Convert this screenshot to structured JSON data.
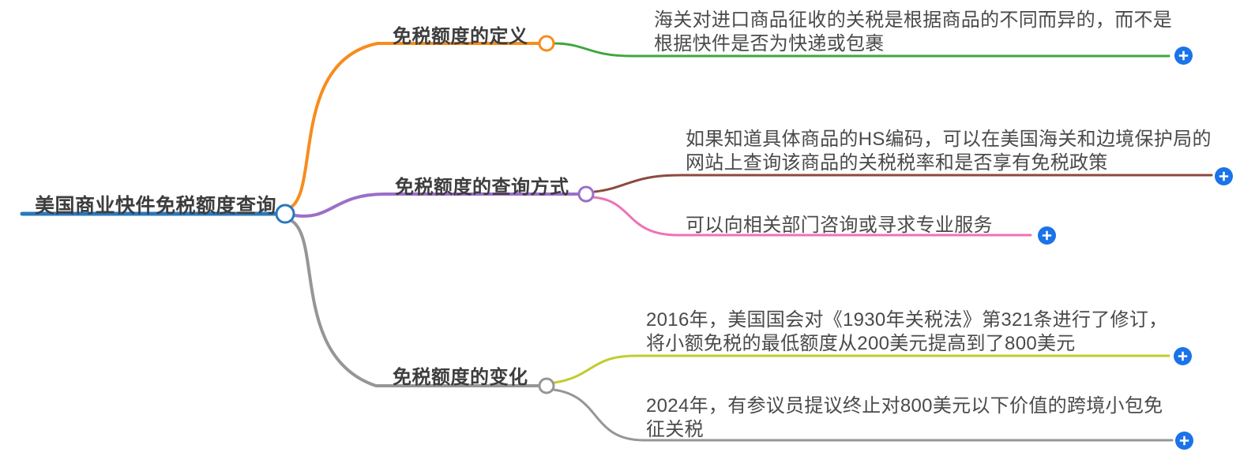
{
  "colors": {
    "add_button": "#1A73E8",
    "plus_glyph": "#FFFFFF",
    "label_text": "#3D3D3D",
    "leaf_text": "#4A4A4A"
  },
  "root": {
    "label": "美国商业快件免税额度查询",
    "color": "#2878BE"
  },
  "branches": [
    {
      "label": "免税额度的定义",
      "color": "#F78C1E",
      "children": [
        {
          "text": "海关对进口商品征收的关税是根据商品的不同而异的，而不是根据快件是否为快递或包裹",
          "color": "#3DA73D"
        }
      ]
    },
    {
      "label": "免税额度的查询方式",
      "color": "#9B6FC8",
      "children": [
        {
          "text": "如果知道具体商品的HS编码，可以在美国海关和边境保护局的网站上查询该商品的关税税率和是否享有免税政策",
          "color": "#8D4A3E"
        },
        {
          "text": "可以向相关部门咨询或寻求专业服务",
          "color": "#EE72B6"
        }
      ]
    },
    {
      "label": "免税额度的变化",
      "color": "#969696",
      "children": [
        {
          "text": "2016年，美国国会对《1930年关税法》第321条进行了修订，将小额免税的最低额度从200美元提高到了800美元",
          "color": "#C2CC2E"
        },
        {
          "text": "2024年，有参议员提议终止对800美元以下价值的跨境小包免征关税",
          "color": "#969696"
        }
      ]
    }
  ]
}
